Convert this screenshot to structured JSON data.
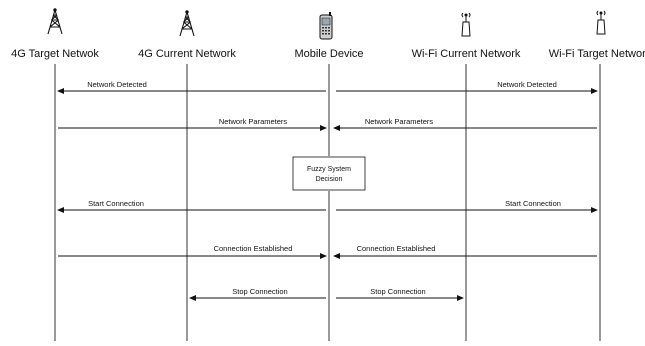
{
  "participants": [
    {
      "key": "4g_target",
      "label": "4G Target Netwok",
      "icon": "cell-tower-icon"
    },
    {
      "key": "4g_current",
      "label": "4G Current Network",
      "icon": "cell-tower-icon"
    },
    {
      "key": "mobile",
      "label": "Mobile Device",
      "icon": "mobile-phone-icon"
    },
    {
      "key": "wifi_current",
      "label": "Wi-Fi Current Network",
      "icon": "wifi-antenna-icon"
    },
    {
      "key": "wifi_target",
      "label": "Wi-Fi Target Network",
      "icon": "wifi-antenna-icon"
    }
  ],
  "messages": {
    "network_detected_left": "Network Detected",
    "network_detected_right": "Network Detected",
    "network_parameters_left": "Network Parameters",
    "network_parameters_right": "Network Parameters",
    "start_connection_left": "Start Connection",
    "start_connection_right": "Start Connection",
    "connection_established_left": "Connection Established",
    "connection_established_right": "Connection Established",
    "stop_connection_left": "Stop Connection",
    "stop_connection_right": "Stop Connection"
  },
  "decision_box": {
    "line1": "Fuzzy System",
    "line2": "Decision"
  },
  "colors": {
    "line": "#111111",
    "lifeline": "#333333",
    "background": "#ffffff"
  }
}
